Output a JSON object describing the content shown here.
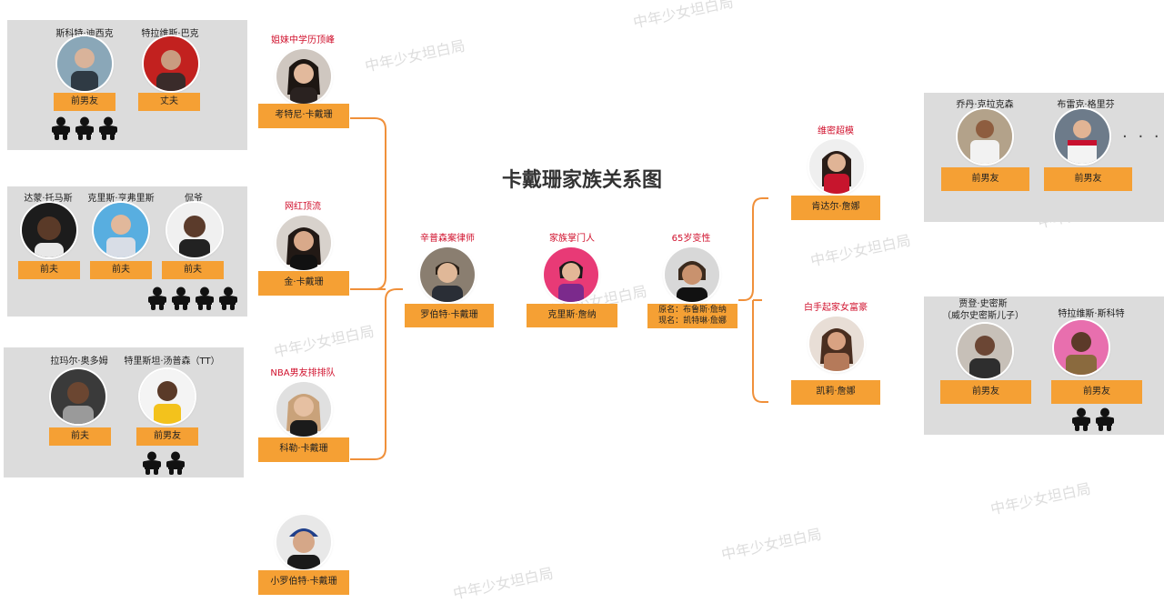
{
  "title": "卡戴珊家族关系图",
  "watermark": "中年少女坦白局",
  "accent_color": "#f5a034",
  "tag_color": "#d0102c",
  "parents": [
    {
      "id": "robert",
      "tag": "辛普森案律师",
      "name": "罗伯特·卡戴珊"
    },
    {
      "id": "kris",
      "tag": "家族掌门人",
      "name": "克里斯·詹纳"
    },
    {
      "id": "bruce",
      "tag": "65岁变性",
      "name": "原名：布鲁斯·詹纳\n现名：凯特琳·詹娜"
    }
  ],
  "kardashian_kids": [
    {
      "id": "kourtney",
      "tag": "姐妹中学历顶峰",
      "name": "考特尼·卡戴珊"
    },
    {
      "id": "kim",
      "tag": "网红顶流",
      "name": "金·卡戴珊"
    },
    {
      "id": "khloe",
      "tag": "NBA男友排排队",
      "name": "科勒·卡戴珊"
    },
    {
      "id": "rob",
      "tag": "",
      "name": "小罗伯特·卡戴珊"
    }
  ],
  "jenner_kids": [
    {
      "id": "kendall",
      "tag": "维密超模",
      "name": "肯达尔·詹娜"
    },
    {
      "id": "kylie",
      "tag": "白手起家女富豪",
      "name": "凯莉·詹娜"
    }
  ],
  "groups": {
    "kourtney": {
      "people": [
        {
          "name": "斯科特·迪西克",
          "role": "前男友"
        },
        {
          "name": "特拉维斯·巴克",
          "role": "丈夫"
        }
      ],
      "children": 3
    },
    "kim": {
      "people": [
        {
          "name": "达蒙·托马斯",
          "role": "前夫"
        },
        {
          "name": "克里斯·亨弗里斯",
          "role": "前夫"
        },
        {
          "name": "侃爷",
          "role": "前夫"
        }
      ],
      "children": 4
    },
    "khloe": {
      "people": [
        {
          "name": "拉玛尔·奥多姆",
          "role": "前夫"
        },
        {
          "name": "特里斯坦·汤普森（TT）",
          "role": "前男友"
        }
      ],
      "children": 2
    },
    "kendall": {
      "people": [
        {
          "name": "乔丹·克拉克森",
          "role": "前男友"
        },
        {
          "name": "布雷克·格里芬",
          "role": "前男友"
        }
      ],
      "more": "· · ·"
    },
    "kylie": {
      "people": [
        {
          "name": "贾登·史密斯\n（威尔史密斯儿子）",
          "role": "前男友"
        },
        {
          "name": "特拉维斯·斯科特",
          "role": "前男友"
        }
      ],
      "children": 2
    }
  }
}
